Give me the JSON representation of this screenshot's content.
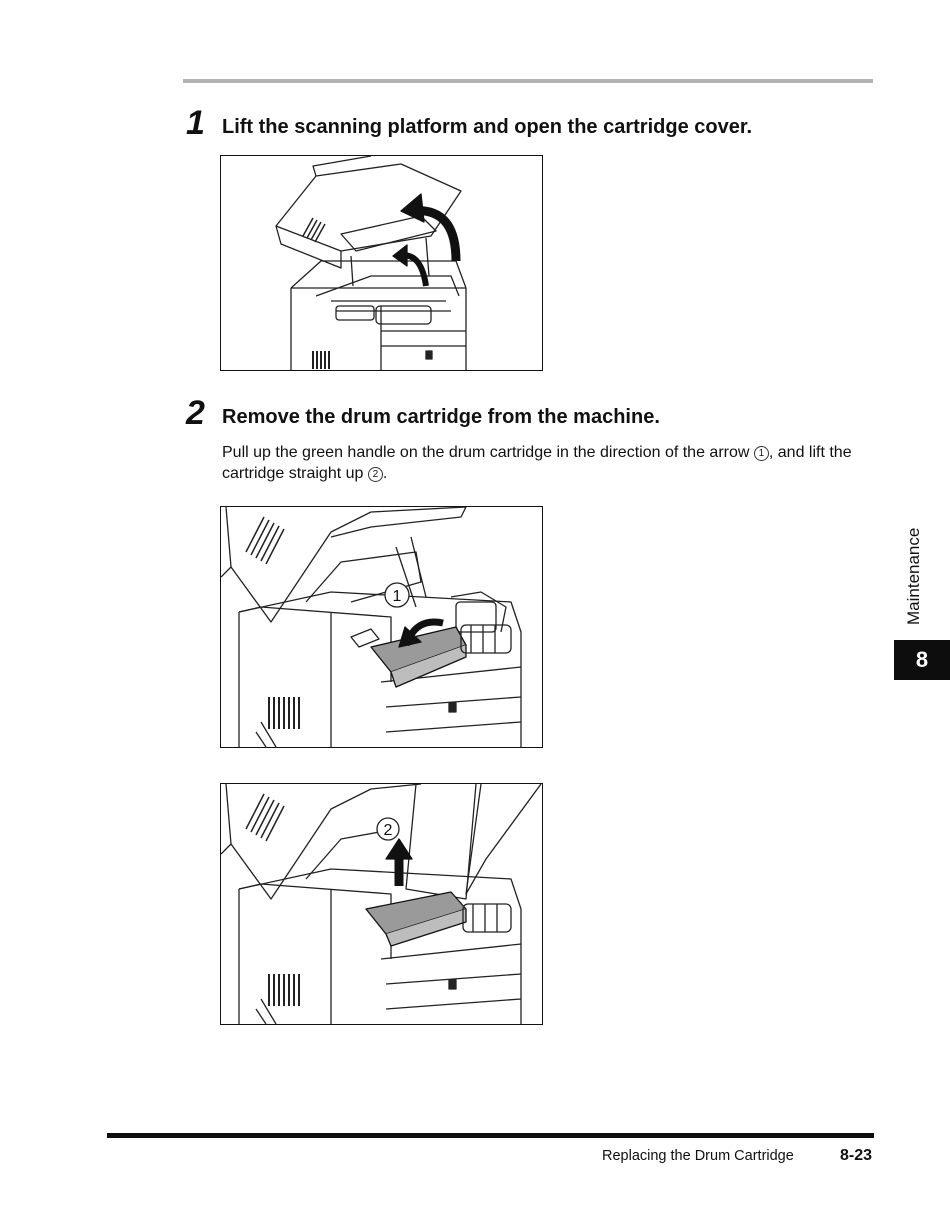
{
  "steps": [
    {
      "number": "1",
      "title": "Lift the scanning platform and open the cartridge cover."
    },
    {
      "number": "2",
      "title": "Remove the drum cartridge from the machine.",
      "body_part1": "Pull up the green handle on the drum cartridge in the direction of the arrow ",
      "body_marker1": "1",
      "body_part2": ", and lift the cartridge straight up ",
      "body_marker2": "2",
      "body_part3": "."
    }
  ],
  "figures": {
    "fig2_marker": "1",
    "fig3_marker": "2"
  },
  "sidebar": {
    "section_label": "Maintenance",
    "chapter_number": "8"
  },
  "footer": {
    "title": "Replacing the Drum Cartridge",
    "page_number": "8-23"
  }
}
